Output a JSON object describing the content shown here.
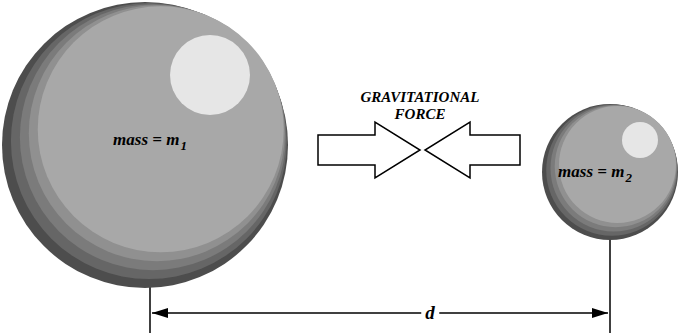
{
  "diagram": {
    "nodes": [
      {
        "text": [
          "mass = m",
          "1"
        ]
      },
      {
        "text": [
          "mass = m",
          "2"
        ]
      }
    ],
    "labels": [
      "GRAVITATIONAL FORCE",
      "d"
    ]
  }
}
